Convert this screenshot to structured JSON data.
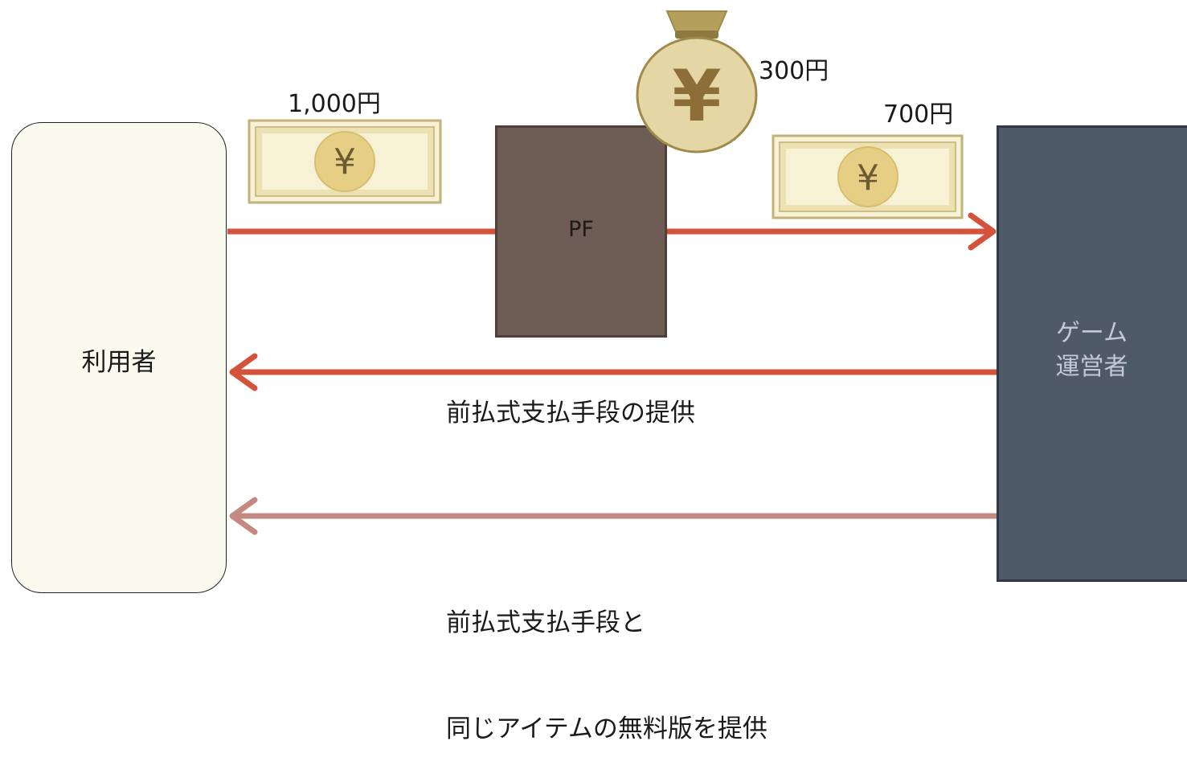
{
  "diagram": {
    "user": {
      "label": "利用者"
    },
    "pf": {
      "label": "PF"
    },
    "operator": {
      "label_line1": "ゲーム",
      "label_line2": "運営者"
    },
    "amounts": {
      "user_pays": "1,000円",
      "pf_fee": "300円",
      "operator_receives": "700円"
    },
    "flows": {
      "prepaid_provision": "前払式支払手段の提供",
      "free_item_line1": "前払式支払手段と",
      "free_item_line2": "同じアイテムの無料版を提供"
    },
    "icons": {
      "banknote_left": "banknote-yen-icon",
      "banknote_right": "banknote-yen-icon",
      "money_bag": "money-bag-yen-icon",
      "yen_symbol": "¥"
    },
    "colors": {
      "payment_arrow": "#d4523a",
      "provision_arrow": "#d4523a",
      "free_item_arrow": "#c48a82",
      "user_fill": "#fbfaef",
      "pf_fill": "#6e5d54",
      "operator_fill": "#4f5a68"
    }
  }
}
